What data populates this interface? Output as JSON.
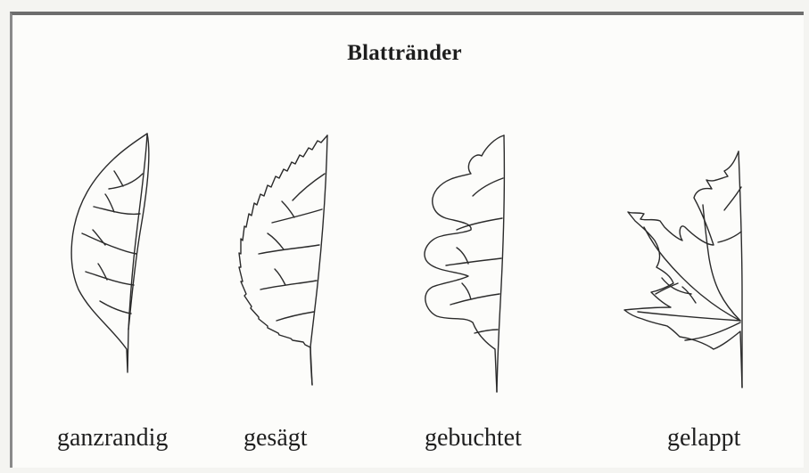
{
  "title": "Blattränder",
  "leaves": [
    {
      "label": "ganzrandig"
    },
    {
      "label": "gesägt"
    },
    {
      "label": "gebuchtet"
    },
    {
      "label": "gelappt"
    }
  ]
}
